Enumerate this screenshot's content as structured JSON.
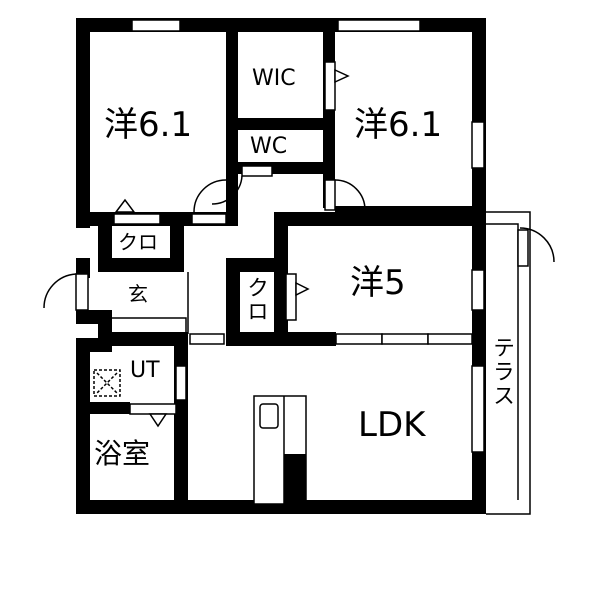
{
  "plan": {
    "wall_color": "#000000",
    "background_color": "#ffffff",
    "rooms": [
      {
        "id": "western-room-1",
        "label": "洋6.1"
      },
      {
        "id": "western-room-2",
        "label": "洋6.1"
      },
      {
        "id": "walk-in-closet",
        "label": "WIC"
      },
      {
        "id": "toilet",
        "label": "WC"
      },
      {
        "id": "closet-1",
        "label": "クロ"
      },
      {
        "id": "entrance",
        "label": "玄"
      },
      {
        "id": "closet-2",
        "label": "クロ"
      },
      {
        "id": "western-room-3",
        "label": "洋5"
      },
      {
        "id": "utility",
        "label": "UT"
      },
      {
        "id": "bathroom",
        "label": "浴室"
      },
      {
        "id": "ldk",
        "label": "LDK"
      },
      {
        "id": "terrace",
        "label": "テラス"
      }
    ]
  }
}
